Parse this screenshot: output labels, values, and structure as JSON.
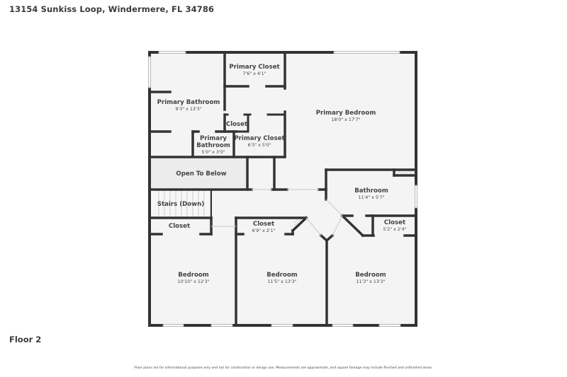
{
  "header": {
    "address": "13154 Sunkiss Loop, Windermere, FL 34786"
  },
  "floor": {
    "label": "Floor 2"
  },
  "footer": {
    "disclaimer": "Floor plans are for informational purposes only and not for construction or design use. Measurements are approximate, and square footage may include finished and unfinished areas."
  },
  "colors": {
    "wall": "#333333",
    "floor": "#f4f4f4",
    "open_area": "#ececec",
    "window": "#e8e8e8"
  },
  "rooms": {
    "primary_closet_top": {
      "name": "Primary Closet",
      "dim": "7'6\" x 4'1\""
    },
    "primary_bathroom": {
      "name": "Primary Bathroom",
      "dim": "9'3\" x 13'3\""
    },
    "closet_small": {
      "name": "Closet"
    },
    "primary_bathroom_small": {
      "name1": "Primary",
      "name2": "Bathroom",
      "dim": "5'0\" x 3'0\""
    },
    "primary_closet_mid": {
      "name": "Primary Closet",
      "dim": "6'3\" x 5'0\""
    },
    "primary_bedroom": {
      "name": "Primary Bedroom",
      "dim": "18'0\" x 17'7\""
    },
    "open_to_below": {
      "name": "Open To Below"
    },
    "stairs": {
      "name": "Stairs (Down)"
    },
    "bathroom": {
      "name": "Bathroom",
      "dim": "11'4\" x 5'7\""
    },
    "closet_left": {
      "name": "Closet"
    },
    "closet_center": {
      "name": "Closet",
      "dim": "6'9\" x 2'1\""
    },
    "closet_right": {
      "name": "Closet",
      "dim": "5'2\" x 2'4\""
    },
    "bedroom_1": {
      "name": "Bedroom",
      "dim": "10'10\" x 12'3\""
    },
    "bedroom_2": {
      "name": "Bedroom",
      "dim": "11'5\" x 13'3\""
    },
    "bedroom_3": {
      "name": "Bedroom",
      "dim": "11'3\" x 13'3\""
    }
  }
}
